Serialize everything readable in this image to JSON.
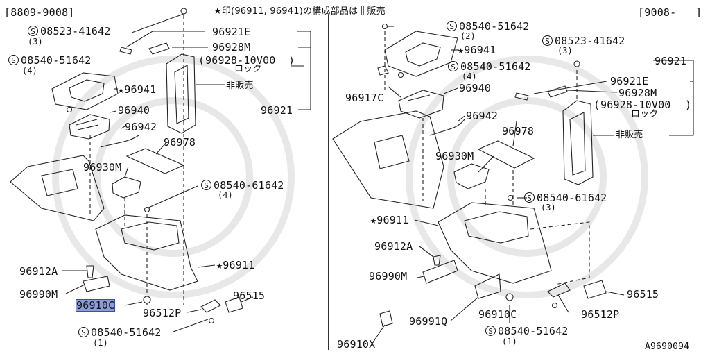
{
  "header": {
    "left_range": "[8809-9008]",
    "right_range": "[9008-   ]",
    "note": "★印(96911, 96941)の構成部品は非販売"
  },
  "footer": {
    "diagram_code": "A9690094"
  },
  "screw_symbol": "S",
  "left": {
    "screw_top": {
      "part": "08523-41642",
      "qty": "(3)"
    },
    "screw_mid": {
      "part": "08540-51642",
      "qty": "(4)"
    },
    "screw_right": {
      "part": "08540-61642",
      "qty": "(4)"
    },
    "screw_bottom": {
      "part": "08540-51642",
      "qty": "(1)"
    },
    "p96921E": "96921E",
    "p96928M": "96928M",
    "p96928_bracket": "96928-10V00",
    "lock": "ロック",
    "not_for_sale": "非販売",
    "p96921": "96921",
    "p96941": "★96941",
    "p96940": "96940",
    "p96942": "96942",
    "p96978": "96978",
    "p96930M": "96930M",
    "p96911": "★96911",
    "p96912A": "96912A",
    "p96990M": "96990M",
    "p96910C": "96910C",
    "p96512P": "96512P",
    "p96515": "96515"
  },
  "right": {
    "screw_top": {
      "part": "08540-51642",
      "qty": "(2)"
    },
    "screw_mid": {
      "part": "08540-51642",
      "qty": "(4)"
    },
    "screw_right_top": {
      "part": "08523-41642",
      "qty": "(3)"
    },
    "screw_console": {
      "part": "08540-61642",
      "qty": "(3)"
    },
    "screw_bottom": {
      "part": "08540-51642",
      "qty": "(1)"
    },
    "p96921": "96921",
    "p96921E": "96921E",
    "p96928M": "96928M",
    "p96928_bracket": "96928-10V00",
    "lock": "ロック",
    "not_for_sale": "非販売",
    "p96941": "★96941",
    "p96917C": "96917C",
    "p96940": "96940",
    "p96942": "96942",
    "p96978": "96978",
    "p96930M": "96930M",
    "p96911": "★96911",
    "p96912A": "96912A",
    "p96990M": "96990M",
    "p96910C": "96910C",
    "p96991Q": "96991Q",
    "p96910X": "96910X",
    "p96512P": "96512P",
    "p96515": "96515"
  }
}
